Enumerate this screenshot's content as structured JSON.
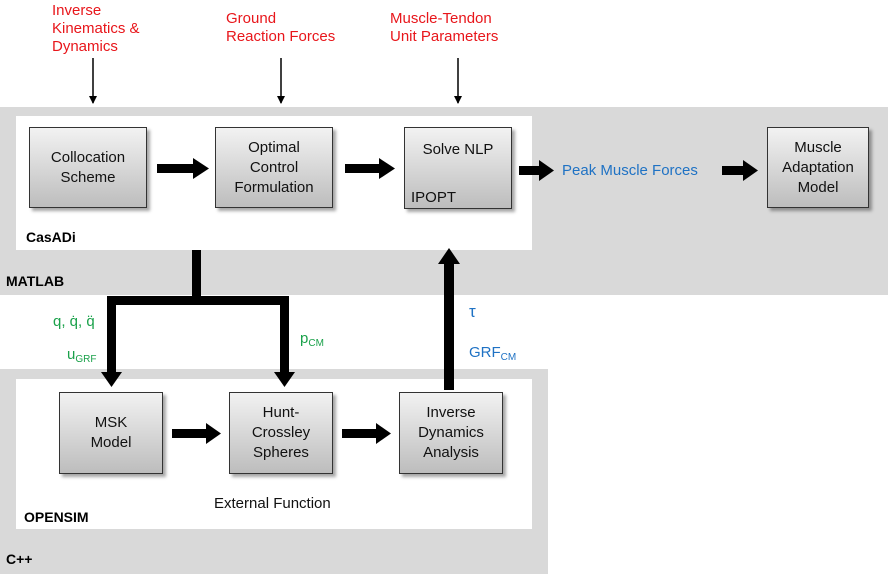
{
  "inputs": {
    "kinematics": "Inverse\nKinematics &\nDynamics",
    "grf": "Ground\nReaction Forces",
    "mtu": "Muscle-Tendon\nUnit Parameters"
  },
  "matlab": {
    "label": "MATLAB",
    "casadi_label": "CasADi",
    "collocation": "Collocation\nScheme",
    "optimal_control": "Optimal\nControl\nFormulation",
    "solve_nlp": "Solve NLP",
    "ipopt": "IPOPT",
    "peak_forces": "Peak Muscle Forces",
    "adaptation": "Muscle\nAdaptation\nModel"
  },
  "interface": {
    "q_label": "q, q̇, q̈",
    "u_main": "u",
    "u_sub": "GRF",
    "p_main": "p",
    "p_sub": "CM",
    "tau": "τ",
    "grf_main": "GRF",
    "grf_sub": "CM"
  },
  "cpp": {
    "label": "C++",
    "opensim_label": "OPENSIM",
    "msk": "MSK\nModel",
    "hunt": "Hunt-\nCrossley\nSpheres",
    "inverse_dynamics": "Inverse\nDynamics\nAnalysis",
    "external_function": "External Function"
  },
  "colors": {
    "input_red": "#e8161b",
    "output_blue": "#1f72c4",
    "variable_green": "#1aa14a",
    "region_gray": "#d9d9d9"
  }
}
